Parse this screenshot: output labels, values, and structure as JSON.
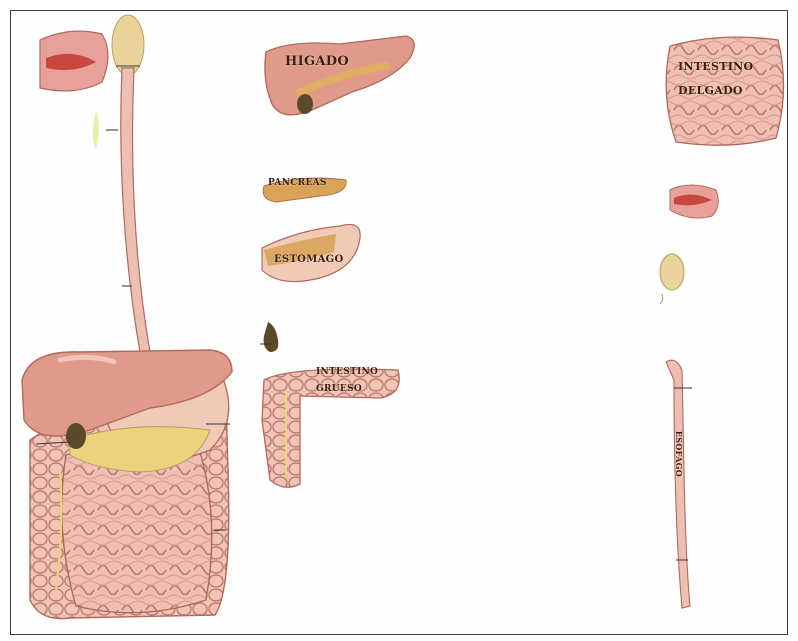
{
  "labels": {
    "higado": "HIGADO",
    "pancreas": "PANCREAS",
    "estomago": "ESTOMAGO",
    "intestino_delgado_line1": "INTESTINO",
    "intestino_delgado_line2": "DELGADO",
    "intestino_grueso_line1": "INTESTINO",
    "intestino_grueso_line2": "GRUESO",
    "esofago": "ESOFAGO"
  },
  "colors": {
    "frame": "#3a3a3a",
    "organ_pink": "#eab3a6",
    "organ_outline": "#b06a5c",
    "liver": "#d98e80",
    "pancreas": "#d9a35a",
    "gallbladder": "#5b4a2a",
    "label_text": "#3b1d10"
  }
}
